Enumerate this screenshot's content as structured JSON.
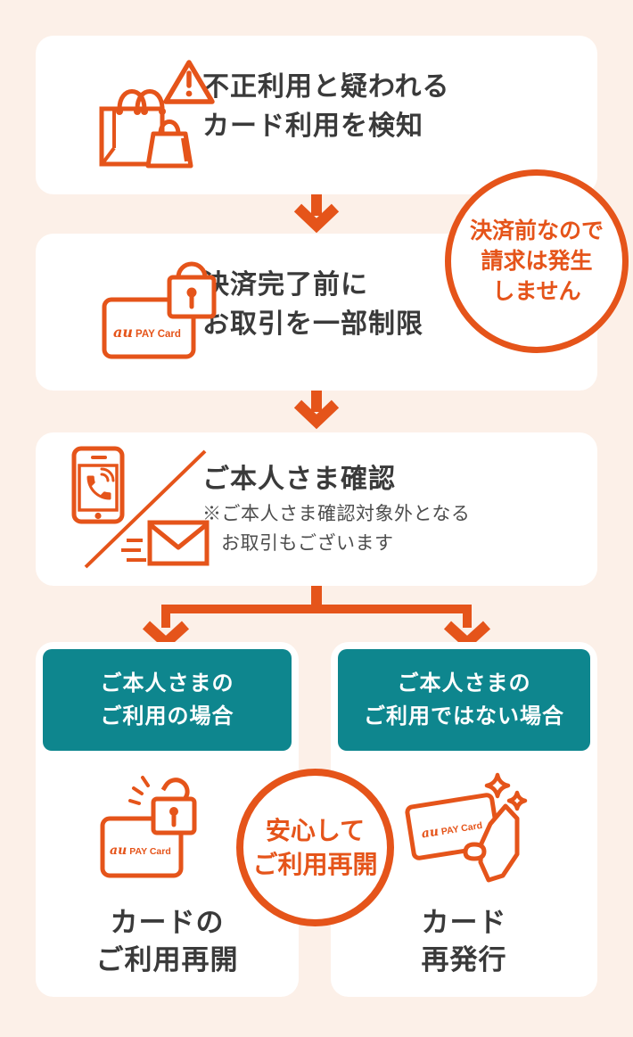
{
  "colors": {
    "orange": "#e5541a",
    "teal": "#0e868e",
    "bg": "#fcf0e8",
    "card": "#ffffff",
    "text": "#3a3a3a",
    "note": "#4d4d4d"
  },
  "logo": {
    "au": "au",
    "pay_card": "PAY Card"
  },
  "flow": {
    "step1": {
      "line1": "不正利用と疑われる",
      "line2": "カード利用を検知",
      "icon": "shopping-bags-warning-icon"
    },
    "step2": {
      "line1": "決済完了前に",
      "line2": "お取引を一部制限",
      "icon": "card-locked-icon",
      "badge": {
        "line1": "決済前なので",
        "line2": "請求は発生",
        "line3": "しません"
      }
    },
    "step3": {
      "title": "ご本人さま確認",
      "note1": "※ご本人さま確認対象外となる",
      "note2": "お取引もございます",
      "icon": "phone-or-mail-icon"
    },
    "branch_left": {
      "header1": "ご本人さまの",
      "header2": "ご利用の場合",
      "icon": "card-unlocked-icon",
      "label1": "カードの",
      "label2": "ご利用再開"
    },
    "branch_right": {
      "header1": "ご本人さまの",
      "header2": "ご利用ではない場合",
      "icon": "card-in-hand-icon",
      "label1": "カード",
      "label2": "再発行"
    },
    "center_badge": {
      "line1": "安心して",
      "line2": "ご利用再開"
    }
  }
}
